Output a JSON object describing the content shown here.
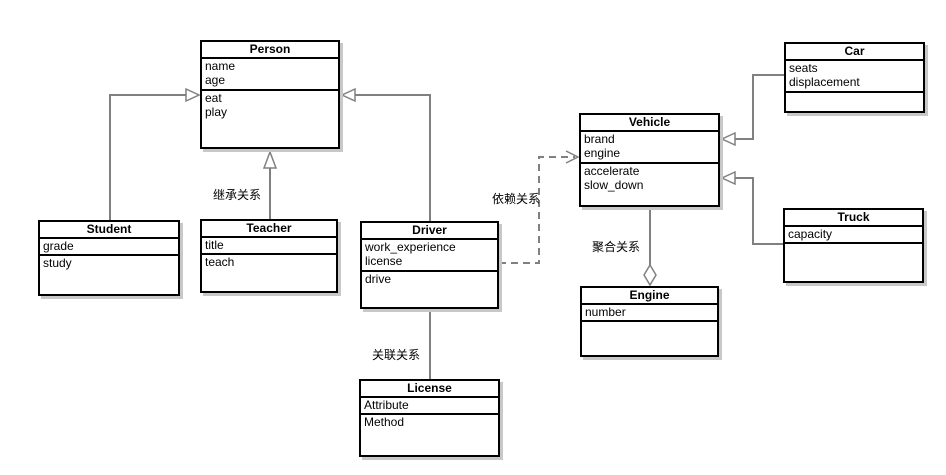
{
  "diagram": {
    "kind": "uml-class-diagram",
    "background_color": "#ffffff",
    "connector_color": "#808080",
    "node_border_color": "#000000",
    "node_fill_color": "#ffffff"
  },
  "classes": {
    "person": {
      "name": "Person",
      "attributes": [
        "name",
        "age"
      ],
      "methods": [
        "eat",
        "play"
      ]
    },
    "student": {
      "name": "Student",
      "attributes": [
        "grade"
      ],
      "methods": [
        "study"
      ]
    },
    "teacher": {
      "name": "Teacher",
      "attributes": [
        "title"
      ],
      "methods": [
        "teach"
      ]
    },
    "driver": {
      "name": "Driver",
      "attributes": [
        "work_experience",
        "license"
      ],
      "methods": [
        "drive"
      ]
    },
    "vehicle": {
      "name": "Vehicle",
      "attributes": [
        "brand",
        "engine"
      ],
      "methods": [
        "accelerate",
        "slow_down"
      ]
    },
    "car": {
      "name": "Car",
      "attributes": [
        "seats",
        "displacement"
      ],
      "methods": []
    },
    "truck": {
      "name": "Truck",
      "attributes": [
        "capacity"
      ],
      "methods": []
    },
    "engine": {
      "name": "Engine",
      "attributes": [
        "number"
      ],
      "methods": []
    },
    "license": {
      "name": "License",
      "attributes": [
        "Attribute"
      ],
      "methods": [
        "Method"
      ]
    }
  },
  "relationships": [
    {
      "from": "Student",
      "to": "Person",
      "type": "inheritance",
      "label": ""
    },
    {
      "from": "Teacher",
      "to": "Person",
      "type": "inheritance",
      "label": "继承关系"
    },
    {
      "from": "Driver",
      "to": "Person",
      "type": "inheritance",
      "label": ""
    },
    {
      "from": "Driver",
      "to": "Vehicle",
      "type": "dependency",
      "label": "依赖关系"
    },
    {
      "from": "Car",
      "to": "Vehicle",
      "type": "inheritance",
      "label": ""
    },
    {
      "from": "Truck",
      "to": "Vehicle",
      "type": "inheritance",
      "label": ""
    },
    {
      "from": "Vehicle",
      "to": "Engine",
      "type": "aggregation",
      "label": "聚合关系"
    },
    {
      "from": "Driver",
      "to": "License",
      "type": "association",
      "label": "关联关系"
    }
  ]
}
